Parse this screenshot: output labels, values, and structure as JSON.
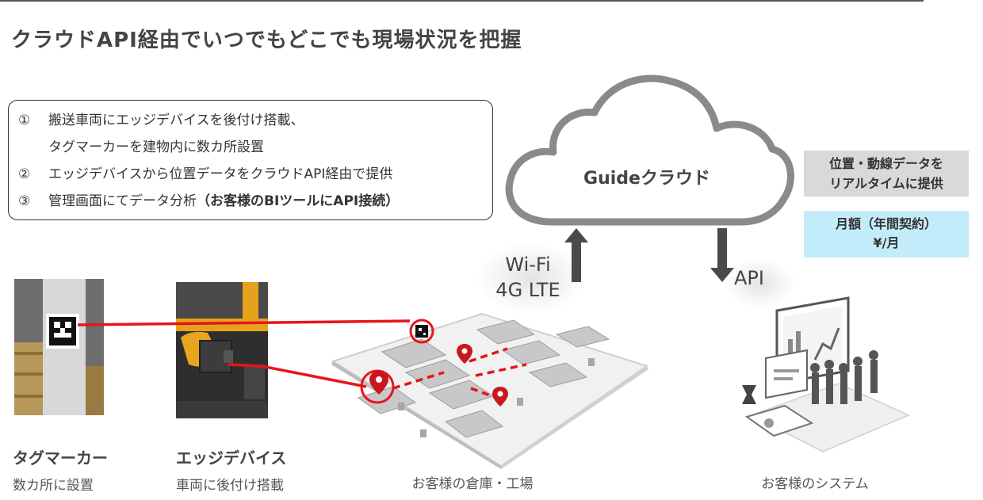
{
  "title": "クラウドAPI経由でいつでもどこでも現場状況を把握",
  "steps": [
    {
      "num": "①",
      "text": "搬送車両にエッジデバイスを後付け搭載、",
      "bold": ""
    },
    {
      "num": "",
      "text": "タグマーカーを建物内に数カ所設置",
      "bold": ""
    },
    {
      "num": "②",
      "text": "エッジデバイスから位置データをクラウドAPI経由で提供",
      "bold": ""
    },
    {
      "num": "③",
      "text": "管理画面にてデータ分析",
      "bold": "（お客様のBIツールにAPI接続）"
    }
  ],
  "cloud": {
    "label": "Guideクラウド"
  },
  "info_grey": {
    "line1": "位置・動線データを",
    "line2": "リアルタイムに提供"
  },
  "info_blue": {
    "line1": "月額（年間契約）",
    "line2": "¥/月"
  },
  "uplink": {
    "line1": "Wi-Fi",
    "line2": "4G LTE"
  },
  "downlink": {
    "label": "API"
  },
  "tag_marker": {
    "title": "タグマーカー",
    "subtitle": "数カ所に設置"
  },
  "edge_device": {
    "title": "エッジデバイス",
    "subtitle": "車両に後付け搭載"
  },
  "warehouse": {
    "caption": "お客様の倉庫・工場"
  },
  "system": {
    "caption": "お客様のシステム"
  },
  "colors": {
    "accent_red": "#e8141b",
    "info_grey": "#d9d9d9",
    "info_blue": "#c3ecfa",
    "arrow": "#4a4a4a"
  }
}
